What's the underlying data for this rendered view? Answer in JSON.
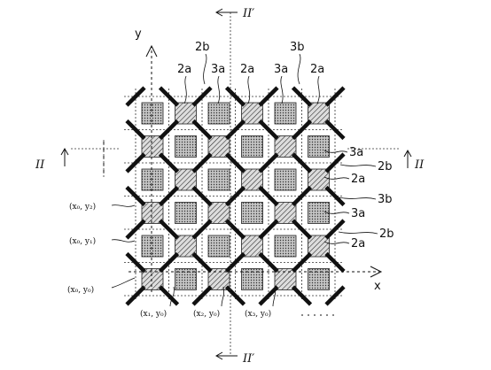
{
  "axes": {
    "x": "x",
    "y": "y"
  },
  "section_marks": {
    "top": "II′",
    "bottom": "II′",
    "left": "II",
    "right": "II"
  },
  "top_labels": [
    "2a",
    "2b",
    "3a",
    "2a",
    "3a",
    "3b",
    "2a"
  ],
  "right_labels": [
    "3a",
    "2b",
    "2a",
    "3b",
    "3a",
    "2b",
    "2a"
  ],
  "left_coords": [
    "(x₀, y₂)",
    "(x₀, y₁)",
    "(x₀, y₀)"
  ],
  "bottom_coords": [
    "(x₁, y₀)",
    "(x₂, y₀)",
    "(x₃, y₀)"
  ],
  "grid": {
    "rows": 6,
    "cols": 6
  },
  "colors": {
    "ink": "#111111",
    "dot_fill": "#c8c8c8",
    "hatch_fill": "#d9d9d9"
  }
}
